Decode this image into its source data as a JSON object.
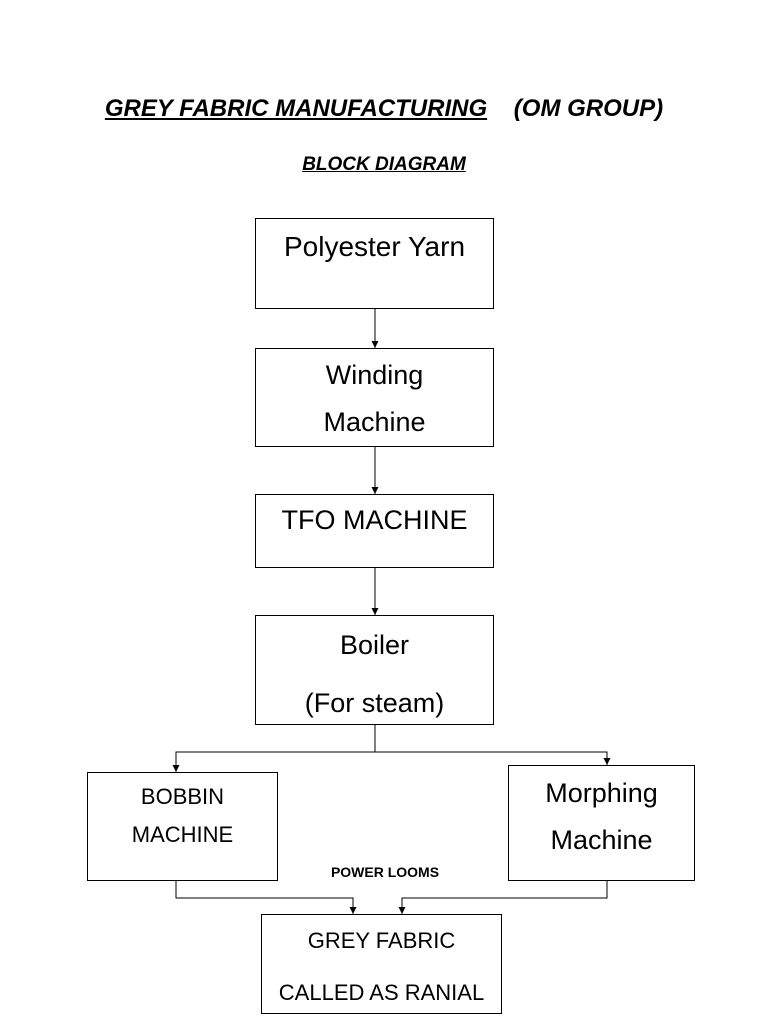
{
  "title": {
    "main": "GREY FABRIC MANUFACTURING",
    "group": "(OM GROUP)"
  },
  "subtitle": "BLOCK DIAGRAM",
  "nodes": {
    "yarn": {
      "lines": [
        "Polyester Yarn"
      ]
    },
    "winding": {
      "lines": [
        "Winding",
        "Machine"
      ]
    },
    "tfo": {
      "lines": [
        "TFO MACHINE"
      ]
    },
    "boiler": {
      "lines": [
        "Boiler",
        "(For steam)"
      ]
    },
    "bobbin": {
      "lines": [
        "BOBBIN",
        "MACHINE"
      ]
    },
    "morphing": {
      "lines": [
        "Morphing",
        "Machine"
      ]
    },
    "grey": {
      "lines": [
        "GREY FABRIC",
        "CALLED AS RANIAL"
      ]
    }
  },
  "edge_label": "POWER LOOMS",
  "edges": [
    {
      "from": "yarn",
      "to": "winding"
    },
    {
      "from": "winding",
      "to": "tfo"
    },
    {
      "from": "tfo",
      "to": "boiler"
    },
    {
      "from": "boiler",
      "to": "bobbin"
    },
    {
      "from": "boiler",
      "to": "morphing"
    },
    {
      "from": "bobbin",
      "to": "grey"
    },
    {
      "from": "morphing",
      "to": "grey"
    }
  ]
}
